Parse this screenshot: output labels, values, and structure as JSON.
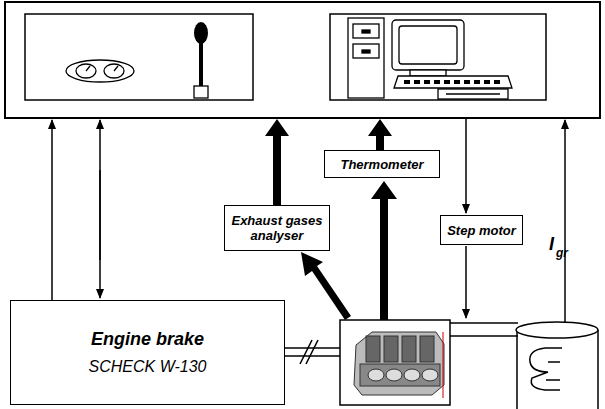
{
  "diagram": {
    "nodes": [
      {
        "text": [
          "Engine brake",
          "SCHECK W-130"
        ]
      },
      {
        "text": [
          "Exhaust gases analyser"
        ]
      },
      {
        "text": [
          "Thermometer"
        ]
      },
      {
        "text": [
          "Step motor"
        ]
      }
    ],
    "labels": [
      "I",
      "gr"
    ]
  }
}
